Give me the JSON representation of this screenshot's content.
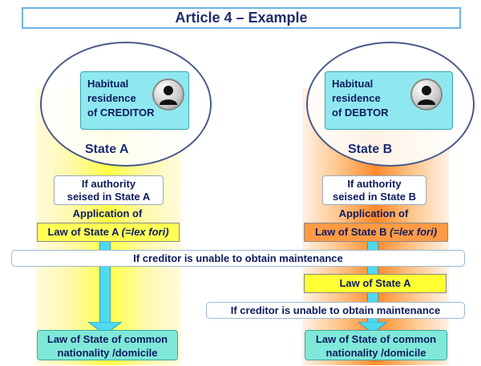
{
  "title": "Article 4 – Example",
  "state_a": {
    "residence_text": "Habitual\nresidence\nof CREDITOR",
    "label": "State A",
    "authority_text": "If authority\nseised in State A",
    "application_label": "Application of",
    "law_main": "Law of State A ",
    "law_italic": "(=lex fori)",
    "final_text": "Law of State of common\nnationality /domicile"
  },
  "state_b": {
    "residence_text": "Habitual\nresidence\nof DEBTOR",
    "label": "State B",
    "authority_text": "If authority\nseised in State B",
    "application_label": "Application of",
    "law_main": "Law of State B ",
    "law_italic": "(=lex fori)",
    "secondary_law": "Law of State A",
    "banner_text": "If creditor is unable to obtain maintenance",
    "final_text": "Law of State of common\nnationality /domicile"
  },
  "banner_full": "If creditor is unable to obtain maintenance",
  "colors": {
    "state_a_column": "#ffff44",
    "state_b_column": "#ff8a2a",
    "arrow": "#4fd8f0",
    "residence_box": "#8fe8ef",
    "final_box": "#7fe8d8"
  }
}
